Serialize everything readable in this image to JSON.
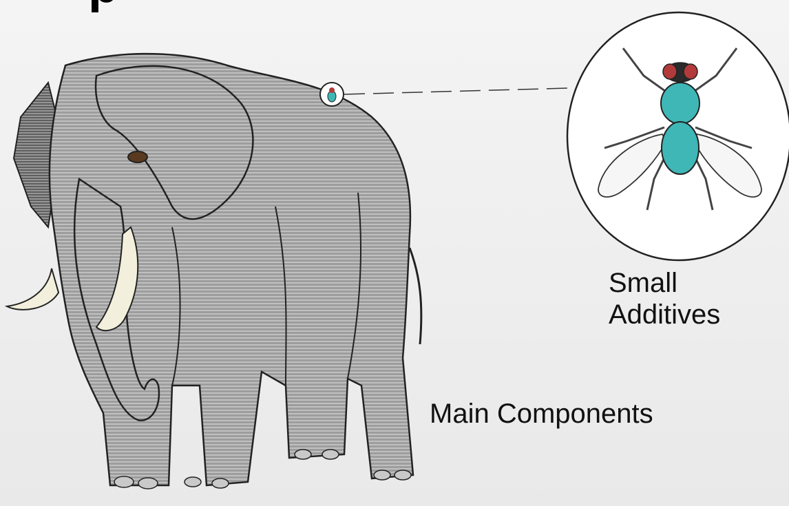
{
  "title_fragment": "p",
  "labels": {
    "additives_line1": "Small",
    "additives_line2": "Additives",
    "main": "Main Components"
  },
  "colors": {
    "elephant_body": "#9a9a9a",
    "elephant_shadow": "#5c5c5c",
    "tusk": "#f2f0dc",
    "fly_body": "#3fb7b6",
    "fly_eye": "#b23a3a"
  },
  "illustration": {
    "main_subject": "elephant",
    "callout_subject": "fly"
  }
}
